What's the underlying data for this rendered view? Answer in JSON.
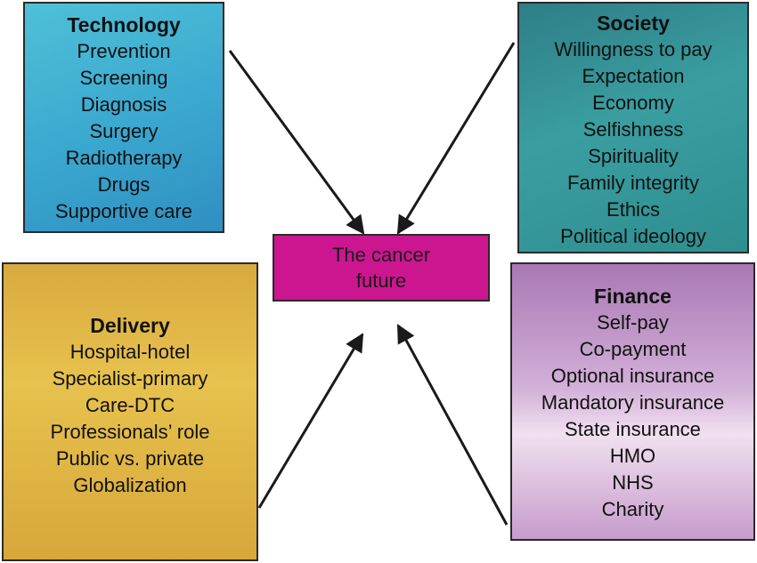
{
  "center": {
    "label": "The cancer future"
  },
  "technology": {
    "title": "Technology",
    "items": [
      "Prevention",
      "Screening",
      "Diagnosis",
      "Surgery",
      "Radiotherapy",
      "Drugs",
      "Supportive care"
    ],
    "color": "#3aa7cf"
  },
  "society": {
    "title": "Society",
    "items": [
      "Willingness to pay",
      "Expectation",
      "Economy",
      "Selfishness",
      "Spirituality",
      "Family integrity",
      "Ethics",
      "Political ideology"
    ],
    "color": "#3a9ea0"
  },
  "delivery": {
    "title": "Delivery",
    "items": [
      "Hospital-hotel",
      "Specialist-primary",
      "Care-DTC",
      "Professionals’ role",
      "Public vs. private",
      "Globalization"
    ],
    "color": "#e2b948"
  },
  "finance": {
    "title": "Finance",
    "items": [
      "Self-pay",
      "Co-payment",
      "Optional insurance",
      "Mandatory insurance",
      "State insurance",
      "HMO",
      "NHS",
      "Charity"
    ],
    "color": "#c69ccc"
  },
  "center_color": "#cc168f"
}
